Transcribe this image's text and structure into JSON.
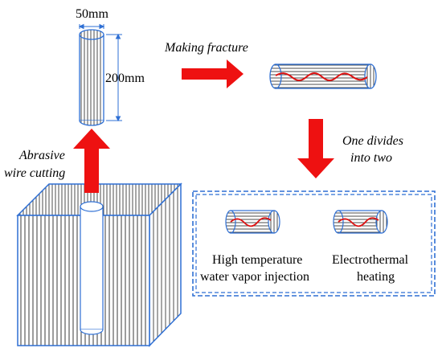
{
  "labels": {
    "diameter": "50mm",
    "length": "200mm",
    "step_fracture": "Making fracture",
    "step_divide_line1": "One divides",
    "step_divide_line2": "into two",
    "step_cutting_line1": "Abrasive",
    "step_cutting_line2": "wire cutting",
    "method_vapor_line1": "High temperature",
    "method_vapor_line2": "water vapor injection",
    "method_electro_line1": "Electrothermal",
    "method_electro_line2": "heating"
  },
  "colors": {
    "outline": "#2e6fd4",
    "hatch": "#3a3a3a",
    "arrow": "#ee1111",
    "fracture": "#dd1111",
    "dashed_box": "#2e6fd4"
  }
}
